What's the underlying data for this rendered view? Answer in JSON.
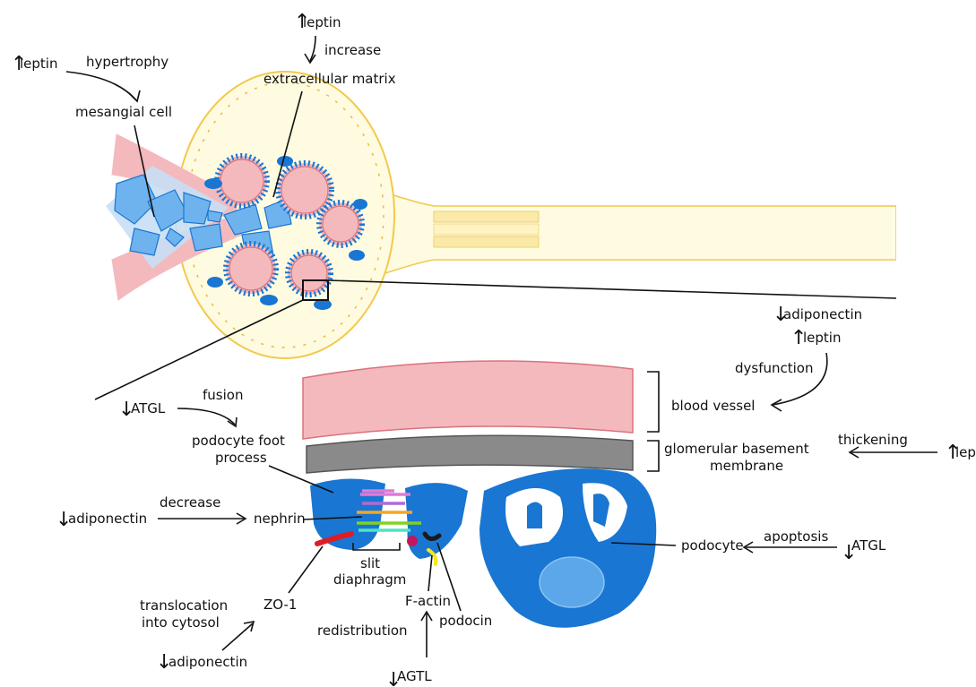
{
  "arrows": {
    "up": "↑",
    "down": "↓"
  },
  "labels": {
    "leptin": "leptin",
    "hypertrophy": "hypertrophy",
    "mesangial_cell": "mesangial cell",
    "increase": "increase",
    "extracellular_matrix": "extracellular matrix",
    "adiponectin": "adiponectin",
    "dysfunction": "dysfunction",
    "blood_vessel": "blood vessel",
    "thickening": "thickening",
    "gbm_line1": "glomerular basement",
    "gbm_line2": "membrane",
    "atgl": "ATGL",
    "fusion": "fusion",
    "foot_process_line1": "podocyte foot",
    "foot_process_line2": "process",
    "decrease": "decrease",
    "nephrin": "nephrin",
    "slit_line1": "slit",
    "slit_line2": "diaphragm",
    "apoptosis": "apoptosis",
    "podocyte": "podocyte",
    "zo1": "ZO-1",
    "translocation_line1": "translocation",
    "translocation_line2": "into cytosol",
    "factin": "F-actin",
    "podocin": "podocin",
    "redistribution": "redistribution",
    "agtl": "AGTL"
  },
  "colors": {
    "podocyte_blue": "#1976d2",
    "podocyte_light": "#5ba7ea",
    "mesangial_light": "#6fb3ee",
    "capillary_pink": "#f4b9bd",
    "capillary_edge": "#d9737a",
    "capsule_fill": "#fffbe0",
    "capsule_edge": "#f2c94c",
    "gbm_gray": "#8a8a8a",
    "nephrin_colors": [
      "#e07ad6",
      "#f5a623",
      "#7ed321",
      "#50e3c2",
      "#b8e986"
    ],
    "zo1_red": "#e01b24",
    "factin_yellow": "#f8e71c",
    "podocin_dark": "#1a1a1a",
    "podocin_pink": "#c2185b"
  }
}
